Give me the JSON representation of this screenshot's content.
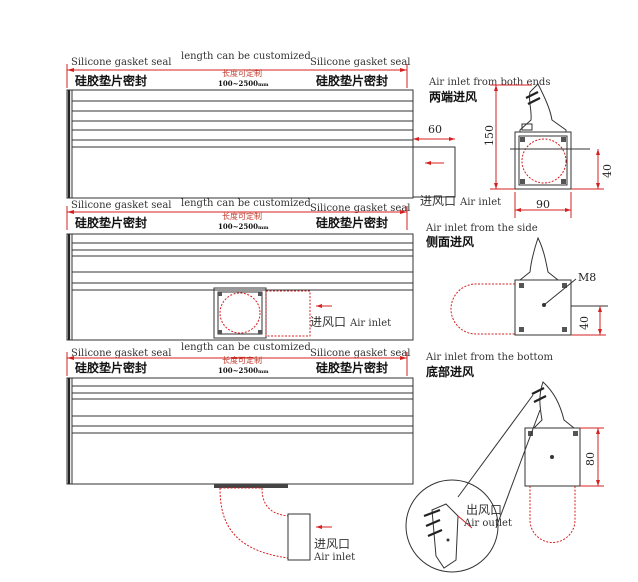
{
  "labels": {
    "silicone_en": "Silicone gasket seal",
    "silicone_cn": "硅胶垫片密封",
    "length_en": "length can be customized",
    "length_cn": "长度可定制",
    "range": "100~2500",
    "range_unit": "mm",
    "both_ends_en": "Air inlet from both ends",
    "both_ends_cn": "两端进风",
    "side_en": "Air inlet from the side",
    "side_cn": "侧面进风",
    "bottom_en": "Air inlet from the bottom",
    "bottom_cn": "底部进风",
    "inlet_cn": "进风口",
    "inlet_en": "Air inlet",
    "outlet_cn": "出风口",
    "outlet_en": "Air outlet",
    "m8": "M8"
  },
  "dimensions": {
    "d60": "60",
    "d150": "150",
    "d40a": "40",
    "d90": "90",
    "d40b": "40",
    "d80": "80"
  },
  "colors": {
    "dimension_red": "#d62020",
    "line": "#333333"
  }
}
